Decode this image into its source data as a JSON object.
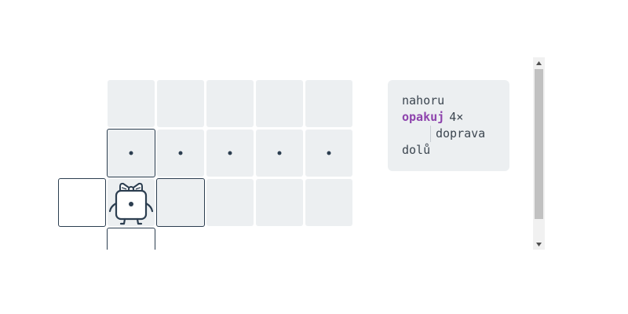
{
  "code": {
    "line1": "nahoru",
    "repeat_keyword": "opakuj",
    "repeat_count": "4×",
    "line3": "doprava",
    "line4": "dolů"
  },
  "grid": {
    "rows": [
      [
        "empty",
        "empty",
        "empty",
        "empty",
        "empty"
      ],
      [
        "dot-outlined",
        "dot",
        "dot",
        "dot",
        "dot"
      ],
      [
        "robot-dot",
        "outlined",
        "empty",
        "empty",
        "empty"
      ]
    ]
  },
  "icons": {
    "robot": "robot-with-bow-icon",
    "scroll_up": "arrow-up-icon",
    "scroll_down": "arrow-down-icon"
  },
  "colors": {
    "cell": "#eceff1",
    "outline": "#2c3e50",
    "keyword": "#8e44ad",
    "panel": "#eceff1"
  }
}
